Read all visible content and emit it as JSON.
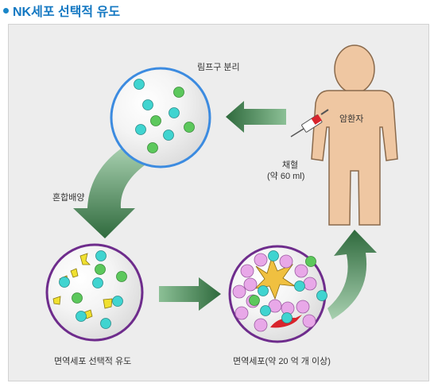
{
  "header": {
    "title": "NK세포 선택적 유도"
  },
  "labels": {
    "lymphocyte_separation": "림프구 분리",
    "cancer_patient": "암환자",
    "blood_collection": "채혈",
    "blood_volume": "(약 60 ml)",
    "mixed_culture": "혼합배양",
    "selective_induction": "면역세포 선택적 유도",
    "immune_cells": "면역세포(약 20 억 개 이상)"
  },
  "colors": {
    "title": "#1478c2",
    "panel_bg": "#ededed",
    "body": "#efc7a2",
    "body_outline": "#8a6a4c",
    "arrow_dark": "#2f6a3d",
    "arrow_light": "#7fb48a",
    "circle_blue": "#3c8be0",
    "circle_purple": "#6e2c8c",
    "cell_cyan": "#40d4d0",
    "cell_green": "#5cc85c",
    "cell_yellow": "#f0e030",
    "cell_pink": "#e8a8e8",
    "syringe_red": "#d8242c"
  },
  "icons": [
    "person-figure",
    "syringe-icon",
    "flow-arrow"
  ]
}
